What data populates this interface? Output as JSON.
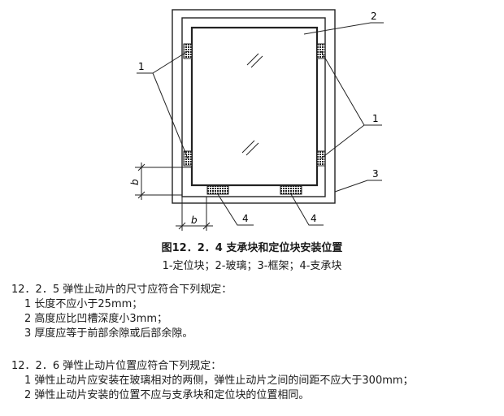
{
  "figure": {
    "labels": {
      "glass": "2",
      "setting_left": "1",
      "setting_right": "1",
      "frame": "3",
      "support_left": "4",
      "support_right": "4",
      "dim_vertical": "b",
      "dim_horizontal": "b"
    },
    "title": "图12．2．4 支承块和定位块安装位置",
    "legend": "1-定位块；2-玻璃；3-框架；4-支承块"
  },
  "sections": [
    {
      "heading": "12．2．5 弹性止动片的尺寸应符合下列规定：",
      "items": [
        "1 长度不应小于25mm；",
        "2 高度应比凹槽深度小3mm；",
        "3 厚度应等于前部余隙或后部余隙。"
      ]
    },
    {
      "heading": "12．2．6 弹性止动片位置应符合下列规定：",
      "items": [
        "1 弹性止动片应安装在玻璃相对的两侧，弹性止动片之间的间距不应大于300mm；",
        "2 弹性止动片安装的位置不应与支承块和定位块的位置相同。"
      ]
    }
  ]
}
